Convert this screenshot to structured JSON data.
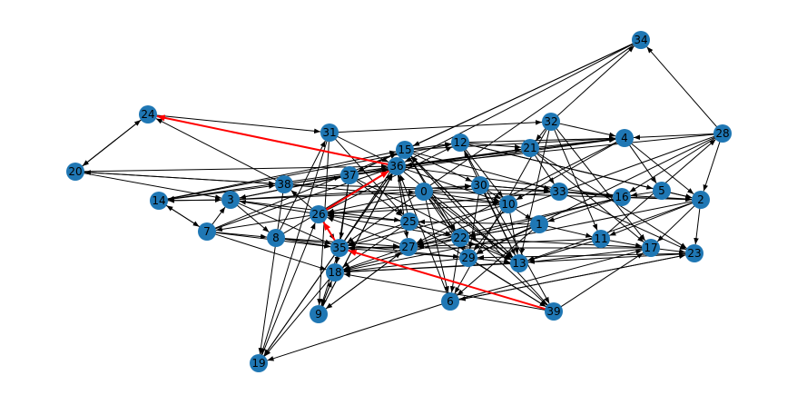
{
  "graph": {
    "type": "directed-graph",
    "colors": {
      "node": "#1f77b4",
      "edge": "#000000",
      "highlight": "#ff0000",
      "label": "#000000"
    },
    "nodes": [
      "0",
      "1",
      "2",
      "3",
      "4",
      "5",
      "6",
      "7",
      "8",
      "9",
      "10",
      "11",
      "12",
      "13",
      "14",
      "15",
      "16",
      "17",
      "18",
      "19",
      "20",
      "21",
      "22",
      "23",
      "24",
      "25",
      "26",
      "27",
      "28",
      "29",
      "30",
      "31",
      "32",
      "33",
      "34",
      "35",
      "36",
      "37",
      "38",
      "39"
    ],
    "edges": [
      [
        "24",
        "31"
      ],
      [
        "31",
        "32"
      ],
      [
        "32",
        "34"
      ],
      [
        "32",
        "4"
      ],
      [
        "32",
        "21"
      ],
      [
        "32",
        "17"
      ],
      [
        "32",
        "13"
      ],
      [
        "32",
        "6"
      ],
      [
        "32",
        "11"
      ],
      [
        "28",
        "34"
      ],
      [
        "28",
        "4"
      ],
      [
        "28",
        "2"
      ],
      [
        "28",
        "16"
      ],
      [
        "28",
        "36"
      ],
      [
        "28",
        "27"
      ],
      [
        "28",
        "29"
      ],
      [
        "24",
        "20"
      ],
      [
        "20",
        "24"
      ],
      [
        "20",
        "38"
      ],
      [
        "38",
        "20"
      ],
      [
        "20",
        "3"
      ],
      [
        "20",
        "36"
      ],
      [
        "14",
        "3"
      ],
      [
        "14",
        "38"
      ],
      [
        "14",
        "15"
      ],
      [
        "14",
        "12"
      ],
      [
        "7",
        "3"
      ],
      [
        "7",
        "36"
      ],
      [
        "7",
        "15"
      ],
      [
        "7",
        "35"
      ],
      [
        "7",
        "18"
      ],
      [
        "7",
        "8"
      ],
      [
        "7",
        "14"
      ],
      [
        "3",
        "8"
      ],
      [
        "3",
        "35"
      ],
      [
        "3",
        "37"
      ],
      [
        "3",
        "25"
      ],
      [
        "3",
        "0"
      ],
      [
        "3",
        "30"
      ],
      [
        "8",
        "35"
      ],
      [
        "8",
        "27"
      ],
      [
        "8",
        "29"
      ],
      [
        "8",
        "31"
      ],
      [
        "8",
        "36"
      ],
      [
        "31",
        "36"
      ],
      [
        "31",
        "25"
      ],
      [
        "31",
        "9"
      ],
      [
        "31",
        "19"
      ],
      [
        "37",
        "15"
      ],
      [
        "37",
        "35"
      ],
      [
        "37",
        "18"
      ],
      [
        "37",
        "13"
      ],
      [
        "37",
        "25"
      ],
      [
        "38",
        "21"
      ],
      [
        "38",
        "4"
      ],
      [
        "38",
        "33"
      ],
      [
        "38",
        "10"
      ],
      [
        "38",
        "19"
      ],
      [
        "38",
        "24"
      ],
      [
        "15",
        "12"
      ],
      [
        "15",
        "4"
      ],
      [
        "15",
        "30"
      ],
      [
        "15",
        "22"
      ],
      [
        "15",
        "13"
      ],
      [
        "15",
        "29"
      ],
      [
        "15",
        "33"
      ],
      [
        "12",
        "4"
      ],
      [
        "12",
        "21"
      ],
      [
        "12",
        "10"
      ],
      [
        "12",
        "5"
      ],
      [
        "12",
        "2"
      ],
      [
        "12",
        "39"
      ],
      [
        "36",
        "4"
      ],
      [
        "36",
        "21"
      ],
      [
        "36",
        "16"
      ],
      [
        "36",
        "10"
      ],
      [
        "36",
        "27"
      ],
      [
        "36",
        "13"
      ],
      [
        "0",
        "30"
      ],
      [
        "0",
        "10"
      ],
      [
        "0",
        "22"
      ],
      [
        "0",
        "29"
      ],
      [
        "0",
        "13"
      ],
      [
        "0",
        "6"
      ],
      [
        "0",
        "26"
      ],
      [
        "0",
        "39"
      ],
      [
        "0",
        "2"
      ],
      [
        "30",
        "10"
      ],
      [
        "30",
        "33"
      ],
      [
        "30",
        "16"
      ],
      [
        "30",
        "29"
      ],
      [
        "30",
        "13"
      ],
      [
        "21",
        "33"
      ],
      [
        "21",
        "23"
      ],
      [
        "21",
        "17"
      ],
      [
        "21",
        "4"
      ],
      [
        "4",
        "5"
      ],
      [
        "4",
        "2"
      ],
      [
        "4",
        "10"
      ],
      [
        "4",
        "27"
      ],
      [
        "5",
        "2"
      ],
      [
        "5",
        "16"
      ],
      [
        "33",
        "16"
      ],
      [
        "33",
        "2"
      ],
      [
        "33",
        "23"
      ],
      [
        "33",
        "26"
      ],
      [
        "16",
        "2"
      ],
      [
        "16",
        "22"
      ],
      [
        "16",
        "27"
      ],
      [
        "16",
        "1"
      ],
      [
        "10",
        "1"
      ],
      [
        "10",
        "13"
      ],
      [
        "10",
        "29"
      ],
      [
        "10",
        "26"
      ],
      [
        "10",
        "35"
      ],
      [
        "2",
        "23"
      ],
      [
        "2",
        "17"
      ],
      [
        "2",
        "11"
      ],
      [
        "2",
        "13"
      ],
      [
        "2",
        "18"
      ],
      [
        "1",
        "22"
      ],
      [
        "1",
        "29"
      ],
      [
        "1",
        "27"
      ],
      [
        "1",
        "11"
      ],
      [
        "1",
        "6"
      ],
      [
        "1",
        "25"
      ],
      [
        "11",
        "17"
      ],
      [
        "11",
        "13"
      ],
      [
        "11",
        "27"
      ],
      [
        "11",
        "28"
      ],
      [
        "17",
        "23"
      ],
      [
        "17",
        "13"
      ],
      [
        "17",
        "22"
      ],
      [
        "17",
        "35"
      ],
      [
        "23",
        "6"
      ],
      [
        "23",
        "29"
      ],
      [
        "23",
        "18"
      ],
      [
        "22",
        "27"
      ],
      [
        "22",
        "29"
      ],
      [
        "22",
        "13"
      ],
      [
        "22",
        "6"
      ],
      [
        "22",
        "18"
      ],
      [
        "22",
        "26"
      ],
      [
        "29",
        "13"
      ],
      [
        "29",
        "18"
      ],
      [
        "29",
        "35"
      ],
      [
        "29",
        "39"
      ],
      [
        "13",
        "18"
      ],
      [
        "13",
        "15"
      ],
      [
        "13",
        "12"
      ],
      [
        "27",
        "35"
      ],
      [
        "27",
        "18"
      ],
      [
        "27",
        "9"
      ],
      [
        "27",
        "26"
      ],
      [
        "25",
        "35"
      ],
      [
        "25",
        "18"
      ],
      [
        "25",
        "22"
      ],
      [
        "25",
        "26"
      ],
      [
        "25",
        "39"
      ],
      [
        "25",
        "36"
      ],
      [
        "35",
        "18"
      ],
      [
        "35",
        "9"
      ],
      [
        "35",
        "19"
      ],
      [
        "35",
        "36"
      ],
      [
        "35",
        "15"
      ],
      [
        "35",
        "27"
      ],
      [
        "18",
        "9"
      ],
      [
        "9",
        "18"
      ],
      [
        "18",
        "19"
      ],
      [
        "26",
        "38"
      ],
      [
        "26",
        "3"
      ],
      [
        "26",
        "7"
      ],
      [
        "26",
        "35"
      ],
      [
        "26",
        "12"
      ],
      [
        "6",
        "19"
      ],
      [
        "6",
        "36"
      ],
      [
        "6",
        "17"
      ],
      [
        "6",
        "23"
      ],
      [
        "39",
        "17"
      ],
      [
        "39",
        "15"
      ],
      [
        "39",
        "18"
      ],
      [
        "34",
        "37"
      ],
      [
        "34",
        "36"
      ],
      [
        "34",
        "15"
      ],
      [
        "34",
        "35"
      ],
      [
        "9",
        "15"
      ],
      [
        "9",
        "27"
      ],
      [
        "9",
        "36"
      ],
      [
        "19",
        "26"
      ],
      [
        "19",
        "36"
      ],
      [
        "14",
        "7"
      ],
      [
        "3",
        "14"
      ],
      [
        "36",
        "3"
      ],
      [
        "36",
        "14"
      ]
    ],
    "highlighted_edges": [
      [
        "39",
        "35"
      ],
      [
        "35",
        "26"
      ],
      [
        "26",
        "36"
      ],
      [
        "36",
        "24"
      ]
    ]
  }
}
